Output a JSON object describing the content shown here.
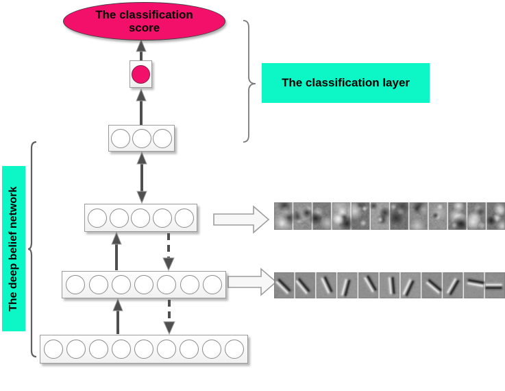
{
  "colors": {
    "pink": "#F2106B",
    "cyan": "#0DF6C5",
    "arrow_dark": "#4f4f4f",
    "block_arrow_fill": "#f7f7f7",
    "box_border": "#9a9a9a"
  },
  "ellipse": {
    "line1": "The classification",
    "line2": "score"
  },
  "labels": {
    "classification_layer": "The classification layer",
    "deep_belief_network": "The deep belief network"
  },
  "network": {
    "classifier_unit_neurons": 1,
    "layers": [
      {
        "id": "top-hidden-layer",
        "neurons": 3
      },
      {
        "id": "middle-hidden-layer",
        "neurons": 5
      },
      {
        "id": "lower-hidden-layer",
        "neurons": 7
      },
      {
        "id": "input-layer",
        "neurons": 9
      }
    ]
  },
  "filter_strips": [
    {
      "id": "layer2-feature-patches",
      "style": "blob",
      "count": 12,
      "seeds": [
        3,
        17,
        29,
        41,
        53,
        67,
        79,
        97,
        113,
        131,
        151,
        173
      ]
    },
    {
      "id": "layer1-feature-patches",
      "style": "gabor",
      "count": 11,
      "seeds": [
        7,
        19,
        31,
        43,
        59,
        71,
        89,
        101,
        127,
        139,
        157
      ],
      "angles": [
        135,
        130,
        115,
        75,
        120,
        95,
        65,
        140,
        60,
        170,
        0
      ]
    }
  ]
}
